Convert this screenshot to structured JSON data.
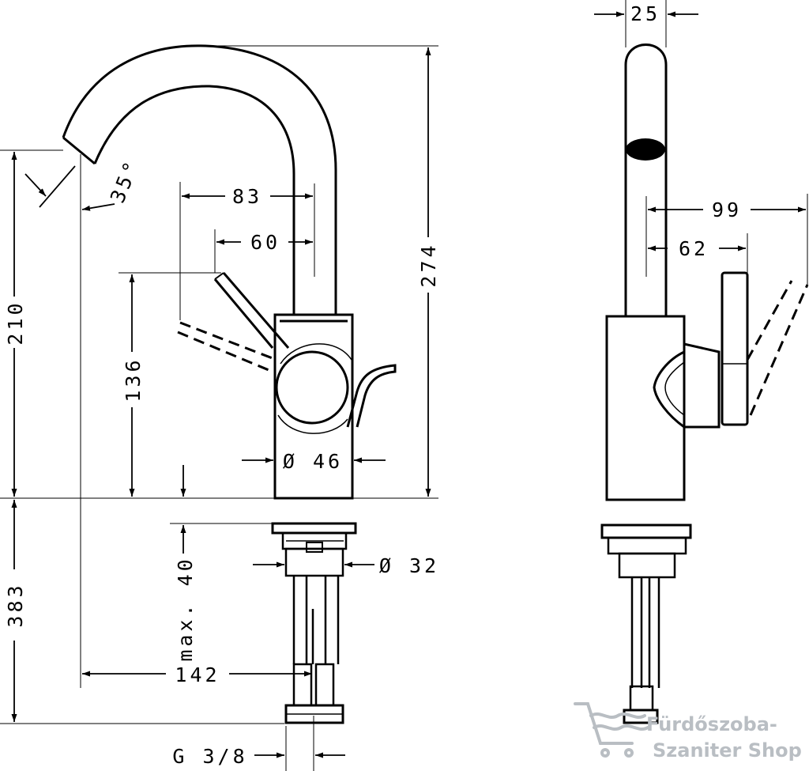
{
  "dimensions": {
    "width_top": "25",
    "spout_angle": "35°",
    "reach_83": "83",
    "reach_60": "60",
    "side_99": "99",
    "side_62": "62",
    "height_274": "274",
    "height_210": "210",
    "height_136": "136",
    "body_diameter": "Ø 46",
    "shank_diameter": "Ø 32",
    "max_40": "max. 40",
    "length_383": "383",
    "projection_142": "142",
    "thread": "G 3/8"
  },
  "watermark": {
    "line1": "Fürdőszoba-",
    "line2": "Szaniter Shop",
    "icon": "bathtub-icon",
    "color": "#b9bec3"
  }
}
